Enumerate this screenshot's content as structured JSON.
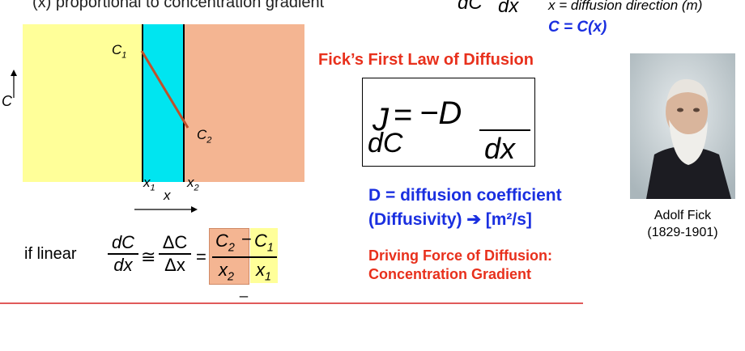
{
  "header": {
    "partial_left": "(x) proportional to concentration gradient",
    "partial_eq_left": "dC",
    "partial_eq_right": "dx",
    "x_def": "x = diffusion direction (m)",
    "c_def": "C = C(x)"
  },
  "diagram": {
    "c1_label": "C",
    "c1_sub": "1",
    "c2_label": "C",
    "c2_sub": "2",
    "x1_label": "x",
    "x1_sub": "1",
    "x2_label": "x",
    "x2_sub": "2",
    "x_axis_label": "x",
    "c_axis_label": "C",
    "colors": {
      "left": "#ffff99",
      "middle": "#00e5f0",
      "right": "#f4b592",
      "line": "#c0502a"
    }
  },
  "linear": {
    "prefix": "if linear",
    "dC": "dC",
    "dx": "dx",
    "approx": "≅",
    "deltaC": "ΔC",
    "deltaX": "Δx",
    "equals": "=",
    "minus": "−",
    "C2": "C",
    "C2_sub": "2",
    "C1": "C",
    "C1_sub": "1",
    "x2": "x",
    "x2_sub": "2",
    "x1": "x",
    "x1_sub": "1",
    "underscore": "_"
  },
  "fick": {
    "title": "Fick’s First Law of Diffusion",
    "J": "J",
    "eq": "=",
    "minusD": "−D",
    "dC": "dC",
    "dx": "dx",
    "d_def": "D = diffusion coefficient",
    "diffusivity": "(Diffusivity) ➔ [m²/s]",
    "driving1": "Driving Force of Diffusion:",
    "driving2": "Concentration Gradient"
  },
  "portrait": {
    "name": "Adolf Fick",
    "years": "(1829-1901)"
  }
}
